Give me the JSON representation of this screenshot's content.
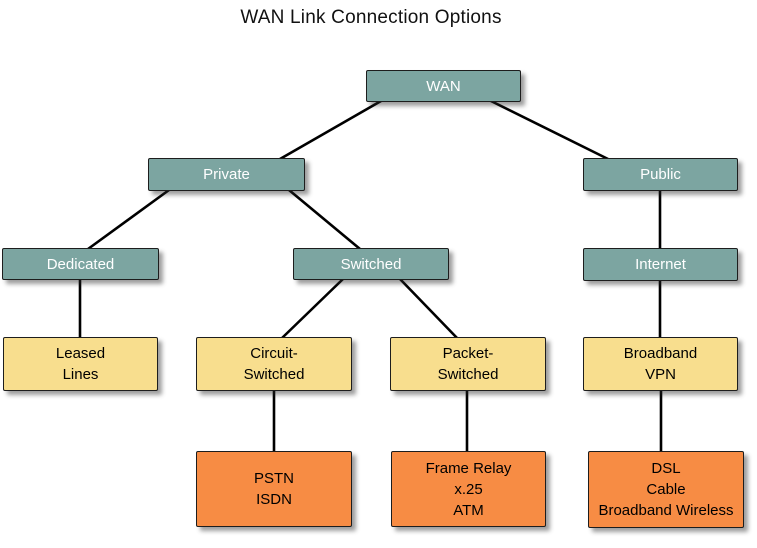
{
  "title": "WAN Link Connection Options",
  "colors": {
    "category_teal": "#7ca5a1",
    "mid_yellow": "#f8de8e",
    "leaf_orange": "#f78c44",
    "box_border": "#1d1d1d",
    "connector_line": "#000000",
    "teal_text": "#ffffff",
    "leaf_text": "#000000",
    "background": "#ffffff"
  },
  "nodes": {
    "wan": {
      "lines": [
        "WAN"
      ]
    },
    "private": {
      "lines": [
        "Private"
      ]
    },
    "public": {
      "lines": [
        "Public"
      ]
    },
    "dedicated": {
      "lines": [
        "Dedicated"
      ]
    },
    "switched": {
      "lines": [
        "Switched"
      ]
    },
    "internet": {
      "lines": [
        "Internet"
      ]
    },
    "leased_lines": {
      "lines": [
        "Leased",
        "Lines"
      ]
    },
    "circuit_switched": {
      "lines": [
        "Circuit-",
        "Switched"
      ]
    },
    "packet_switched": {
      "lines": [
        "Packet-",
        "Switched"
      ]
    },
    "broadband_vpn": {
      "lines": [
        "Broadband",
        "VPN"
      ]
    },
    "pstn_isdn": {
      "lines": [
        "PSTN",
        "ISDN"
      ]
    },
    "frame_relay_x25_atm": {
      "lines": [
        "Frame Relay",
        "x.25",
        "ATM"
      ]
    },
    "dsl_cable_broadband_wireless": {
      "lines": [
        "DSL",
        "Cable",
        "Broadband Wireless"
      ]
    }
  },
  "edges": [
    {
      "from": "wan",
      "to": "private"
    },
    {
      "from": "wan",
      "to": "public"
    },
    {
      "from": "private",
      "to": "dedicated"
    },
    {
      "from": "private",
      "to": "switched"
    },
    {
      "from": "public",
      "to": "internet"
    },
    {
      "from": "dedicated",
      "to": "leased_lines"
    },
    {
      "from": "switched",
      "to": "circuit_switched"
    },
    {
      "from": "switched",
      "to": "packet_switched"
    },
    {
      "from": "internet",
      "to": "broadband_vpn"
    },
    {
      "from": "circuit_switched",
      "to": "pstn_isdn"
    },
    {
      "from": "packet_switched",
      "to": "frame_relay_x25_atm"
    },
    {
      "from": "broadband_vpn",
      "to": "dsl_cable_broadband_wireless"
    }
  ]
}
